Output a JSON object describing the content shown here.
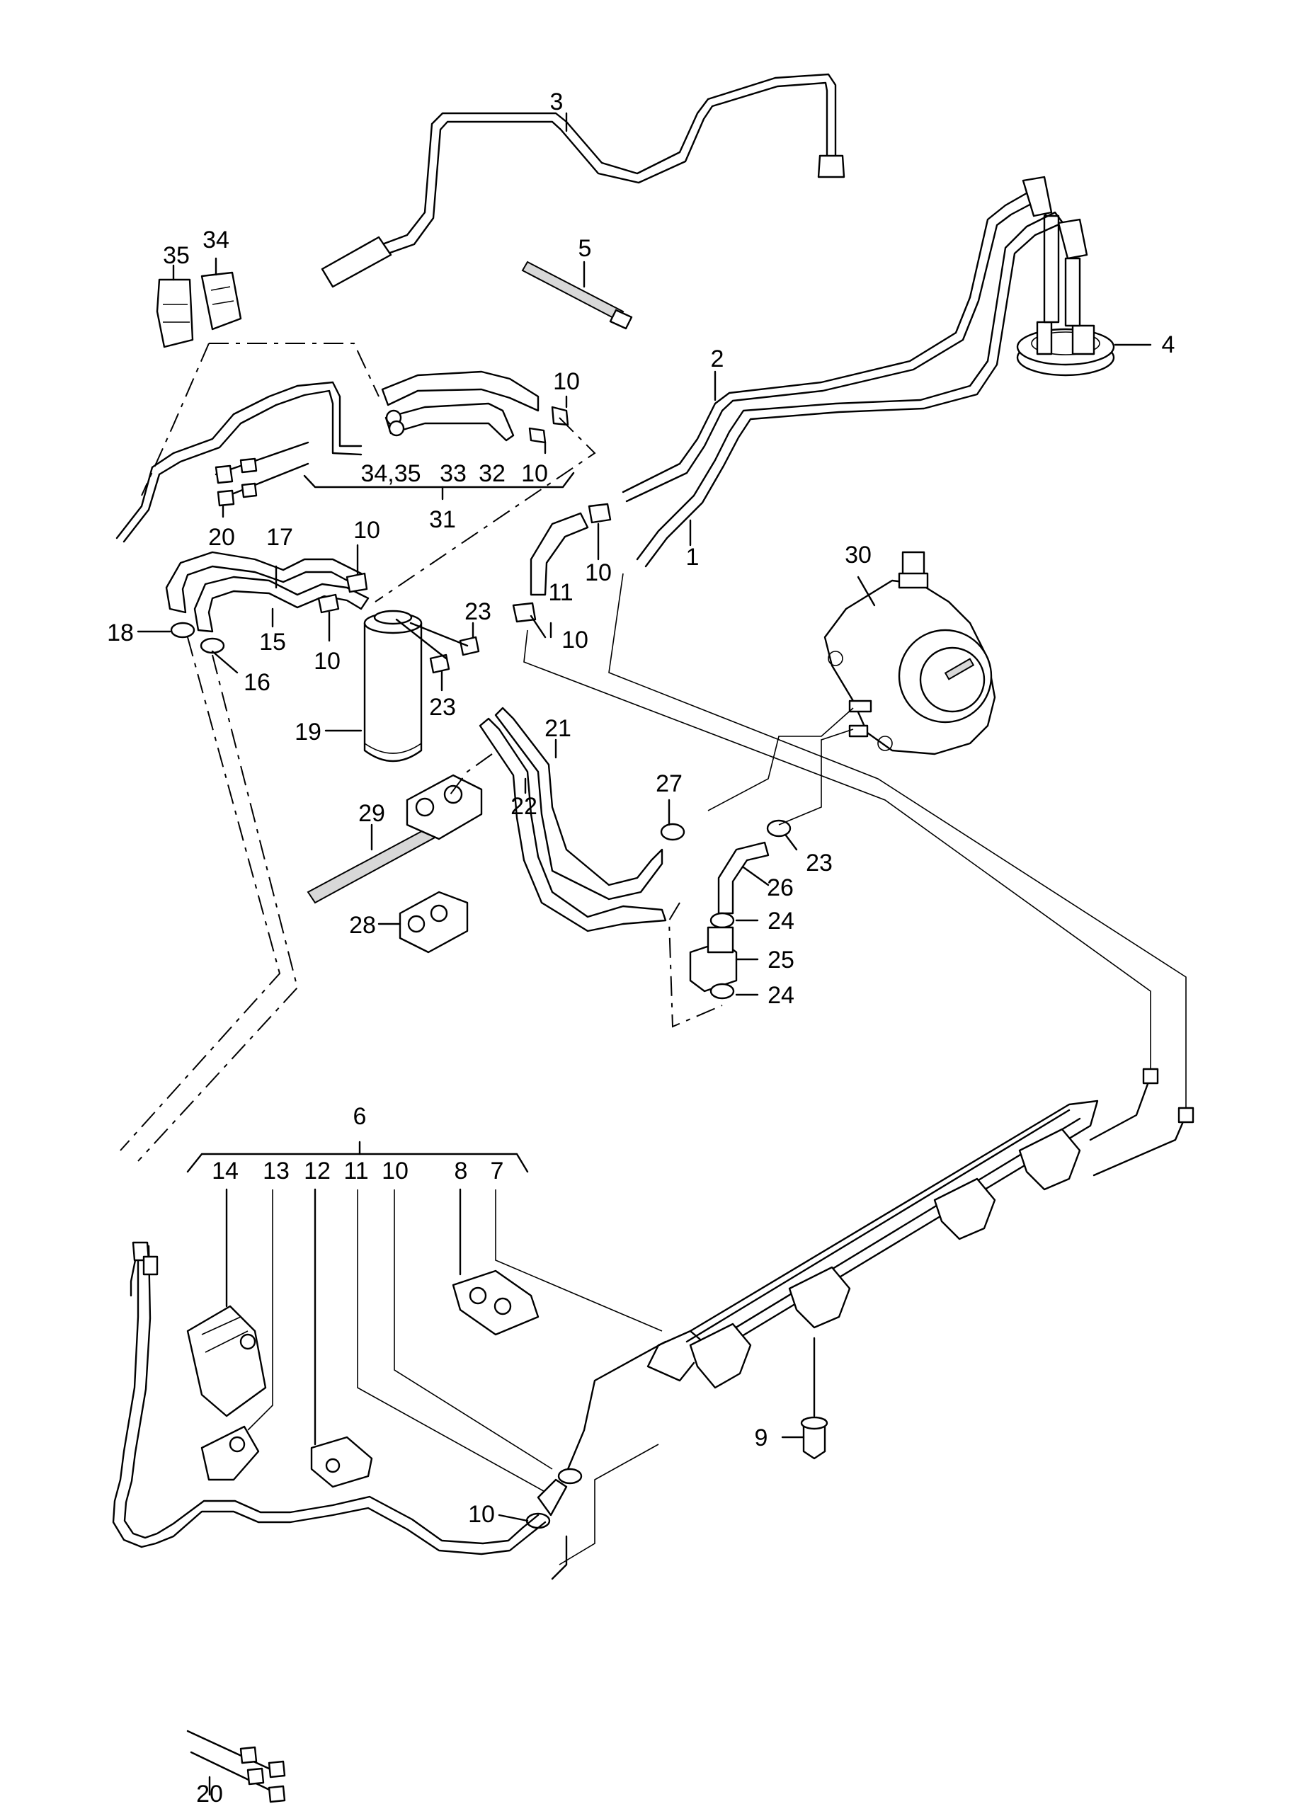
{
  "diagram": {
    "callouts": {
      "c1": "1",
      "c2": "2",
      "c3": "3",
      "c4": "4",
      "c5": "5",
      "c6": "6",
      "c7": "7",
      "c8": "8",
      "c9": "9",
      "c10a": "10",
      "c10b": "10",
      "c10c": "10",
      "c10d": "10",
      "c10e": "10",
      "c10f": "10",
      "c10g": "10",
      "c10h": "10",
      "c11a": "11",
      "c11b": "11",
      "c12": "12",
      "c13": "13",
      "c14": "14",
      "c15": "15",
      "c16": "16",
      "c17": "17",
      "c18": "18",
      "c19": "19",
      "c20a": "20",
      "c20b": "20",
      "c21": "21",
      "c22": "22",
      "c23a": "23",
      "c23b": "23",
      "c23c": "23",
      "c24a": "24",
      "c24b": "24",
      "c25": "25",
      "c26": "26",
      "c27": "27",
      "c28": "28",
      "c29": "29",
      "c30": "30",
      "c31": "31",
      "c32": "32",
      "c33": "33",
      "c3435": "34,35",
      "c34": "34",
      "c35": "35"
    }
  }
}
